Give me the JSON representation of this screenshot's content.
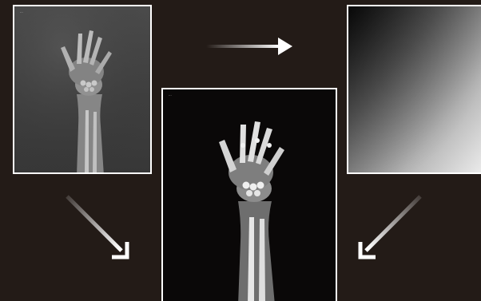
{
  "diagram": {
    "background_color": "#231b17",
    "frame_color": "#ffffff",
    "panels": [
      {
        "id": "input",
        "content": "hand-forearm-xray-with-nonuniform-background",
        "tag": "..."
      },
      {
        "id": "field",
        "content": "smooth-illumination-gradient"
      },
      {
        "id": "output",
        "content": "corrected-hand-forearm-xray",
        "tag": "..."
      }
    ],
    "arrows": [
      {
        "from": "input",
        "to": "field",
        "direction": "right"
      },
      {
        "from": "input",
        "to": "output",
        "direction": "down-right"
      },
      {
        "from": "field",
        "to": "output",
        "direction": "down-left"
      }
    ]
  }
}
